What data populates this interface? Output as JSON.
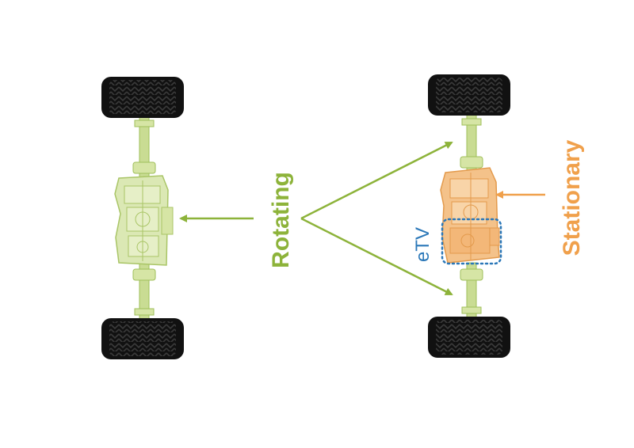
{
  "labels": {
    "rotating": "Rotating",
    "stationary": "Stationary",
    "etv": "eTV"
  },
  "colors": {
    "rotating_green": "#8db33a",
    "stationary_orange": "#f0a04b",
    "etv_blue": "#2a77b8",
    "tire": "#111111",
    "shaft_green": "#c9dc93",
    "housing_green": "#dbe8b4",
    "housing_orange": "#f4c28a"
  },
  "icons": {
    "wheel": "tire-icon",
    "drive_unit_left": "axle-drive-unit-icon",
    "drive_unit_right": "axle-drive-unit-icon"
  }
}
